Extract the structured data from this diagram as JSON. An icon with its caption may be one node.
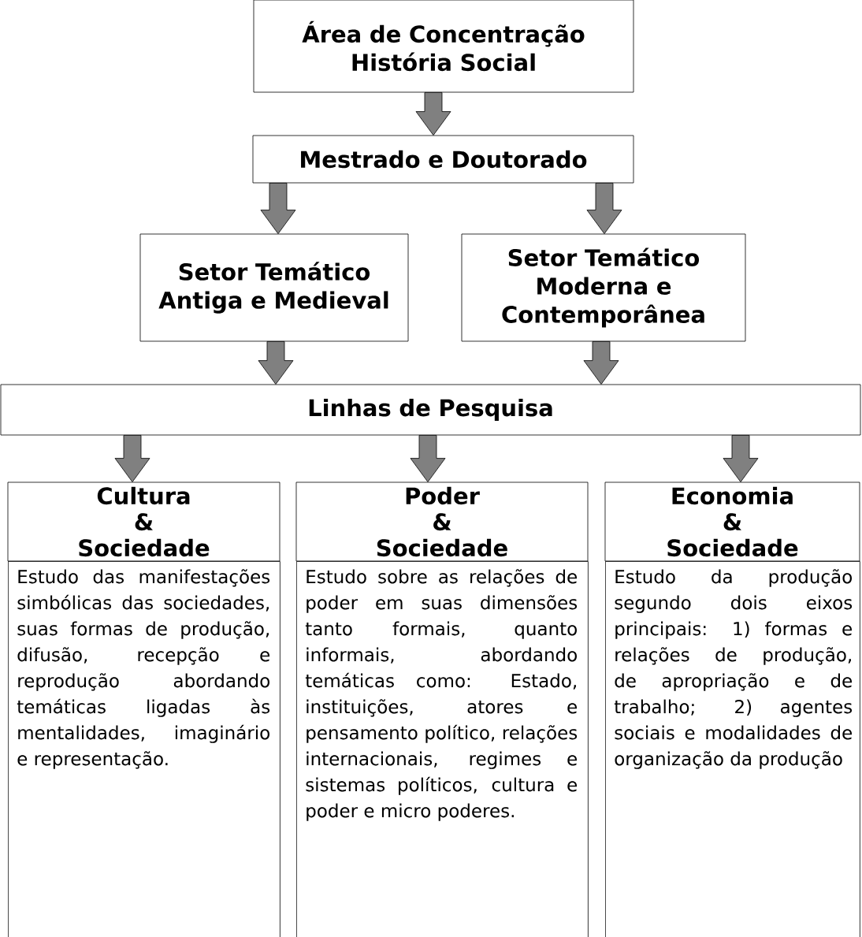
{
  "diagram": {
    "nodes": [
      {
        "text": [
          "Área de Concentração História Social"
        ]
      },
      {
        "text": [
          "Mestrado e Doutorado"
        ]
      },
      {
        "text": [
          "Setor Temático Antiga e Medieval"
        ]
      },
      {
        "text": [
          "Setor Temático Moderna e Contemporânea"
        ]
      },
      {
        "text": [
          "Linhas de Pesquisa"
        ]
      },
      {
        "text": [
          "Cultura",
          "&",
          "Sociedade"
        ]
      },
      {
        "text": [
          "Estudo das manifestações simbólicas das sociedades, suas formas de produção, difusão, recepção e reprodução abordando temáticas ligadas às mentalidades, imaginário e representação."
        ]
      },
      {
        "text": [
          "Poder",
          "&",
          "Sociedade"
        ]
      },
      {
        "text": [
          "Estudo sobre as relações de poder em suas dimensões tanto formais, quanto informais, abordando temáticas como: Estado, instituições, atores e pensamento político, relações internacionais, regimes e sistemas políticos, cultura e poder e micro poderes."
        ]
      },
      {
        "text": [
          "Economia",
          "&",
          "Sociedade"
        ]
      },
      {
        "text": [
          "Estudo da produção segundo dois eixos principais: 1) formas e relações de produção, de apropriação e de trabalho; 2) agentes sociais e modalidades de organização da produção"
        ]
      }
    ],
    "edges": [
      {
        "from": 0,
        "to": 1,
        "arrow": "to"
      },
      {
        "from": 1,
        "to": 2,
        "arrow": "to"
      },
      {
        "from": 1,
        "to": 3,
        "arrow": "to"
      },
      {
        "from": 2,
        "to": 4,
        "arrow": "to"
      },
      {
        "from": 3,
        "to": 4,
        "arrow": "to"
      },
      {
        "from": 4,
        "to": 5,
        "arrow": "to"
      },
      {
        "from": 4,
        "to": 7,
        "arrow": "to"
      },
      {
        "from": 4,
        "to": 9,
        "arrow": "to"
      }
    ]
  }
}
